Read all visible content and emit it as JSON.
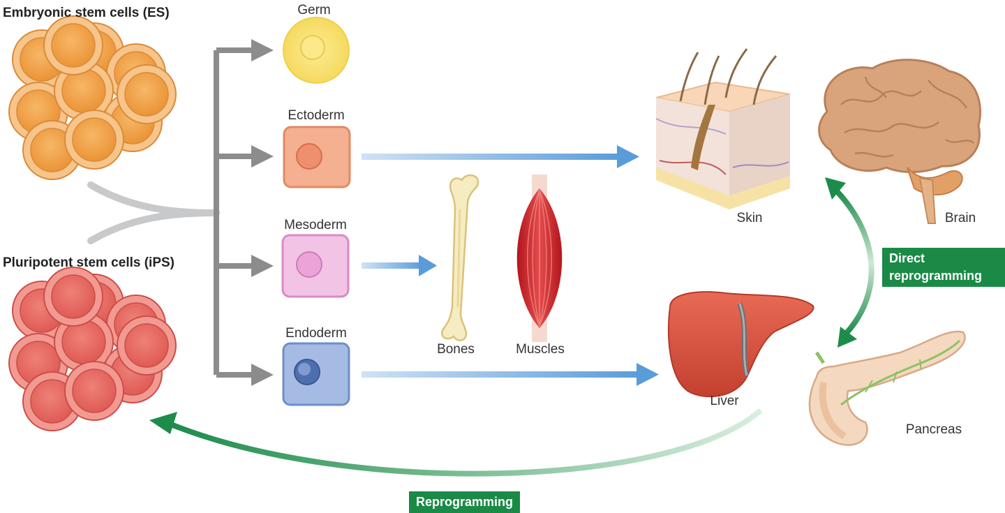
{
  "labels": {
    "es": "Embryonic stem cells (ES)",
    "ips": "Pluripotent stem cells (iPS)",
    "germ": "Germ",
    "ectoderm": "Ectoderm",
    "mesoderm": "Mesoderm",
    "endoderm": "Endoderm",
    "bones": "Bones",
    "muscles": "Muscles",
    "skin": "Skin",
    "brain": "Brain",
    "liver": "Liver",
    "pancreas": "Pancreas"
  },
  "badges": {
    "direct_line1": "Direct",
    "direct_line2": "reprogramming",
    "reprogramming": "Reprogramming"
  },
  "colors": {
    "es_cell": "#f2a553",
    "ips_cell": "#e8716a",
    "germ": "#f8e27a",
    "ectoderm": "#f0a07c",
    "mesoderm": "#eba8d8",
    "endoderm": "#8ea6d6",
    "branch_arrow": "#8c8c8c",
    "blue_arrow": "#6aa6db",
    "green_arrow": "#1d8c4a",
    "badge": "#1a8a46"
  }
}
